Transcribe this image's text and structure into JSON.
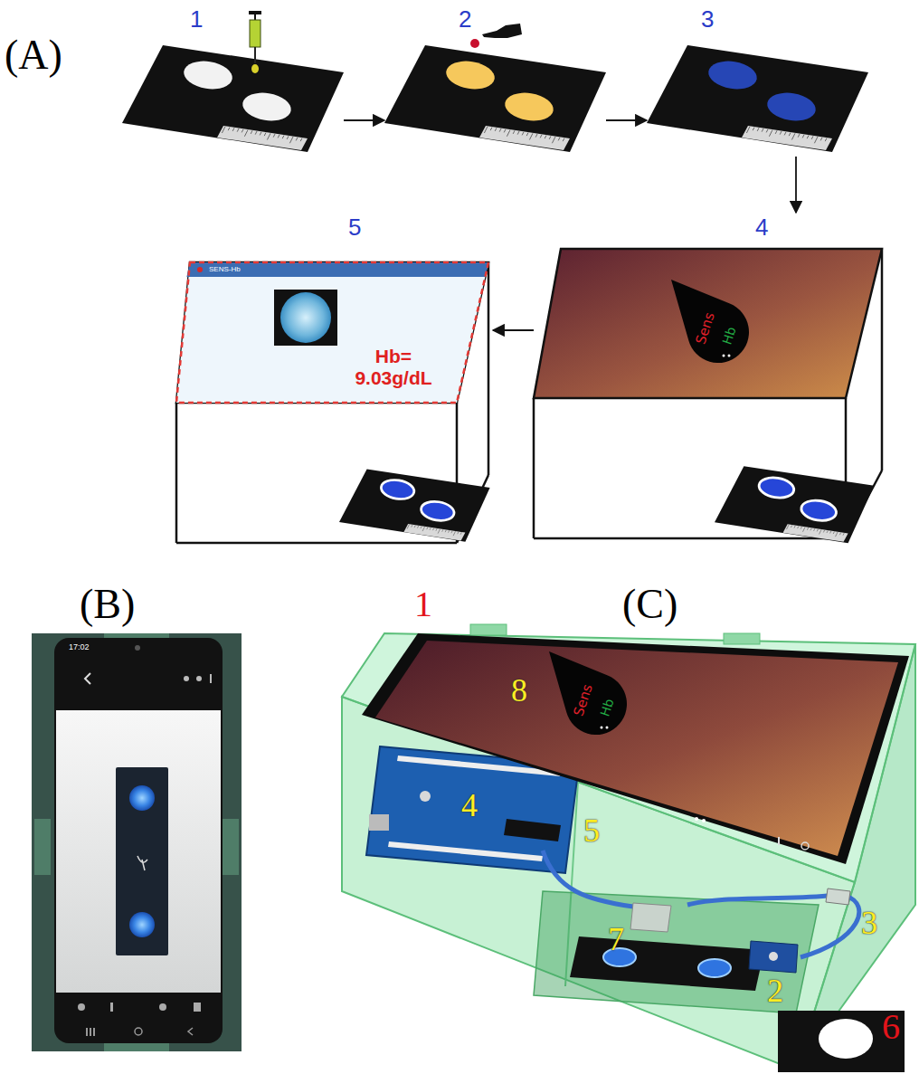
{
  "diagram": {
    "nodes": [
      {
        "text": [
          "1"
        ]
      },
      {
        "text": [
          "2"
        ]
      },
      {
        "text": [
          "3"
        ]
      },
      {
        "text": [
          "4"
        ]
      },
      {
        "text": [
          "Sens",
          "Hb"
        ],
        "in": 3
      },
      {
        "text": [
          "5"
        ]
      },
      {
        "text": [
          "SENS-Hb",
          "Hb= 9.03g/dL"
        ],
        "in": 5
      },
      {
        "text": [
          "Sens",
          "Hb"
        ]
      }
    ],
    "edges": [
      {
        "from": 0,
        "to": 1,
        "arrow": "to"
      },
      {
        "from": 1,
        "to": 2,
        "arrow": "to"
      },
      {
        "from": 2,
        "to": 3,
        "arrow": "to"
      },
      {
        "from": 3,
        "to": 5,
        "arrow": "to"
      }
    ],
    "labels": [
      "(A)",
      "(B)",
      "17:02",
      "(C)",
      "1",
      "8",
      "4",
      "5",
      "3",
      "2",
      "7",
      "6"
    ]
  }
}
